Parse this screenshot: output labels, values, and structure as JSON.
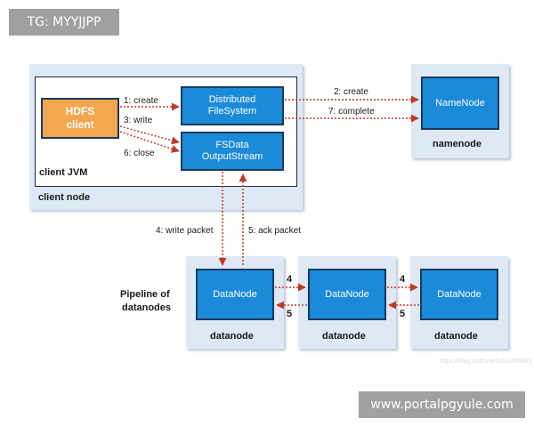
{
  "badges": {
    "tg": "TG: MYYJJPP",
    "site": "www.portalpgyule.com"
  },
  "client_node": {
    "label": "client node",
    "jvm_label": "client JVM",
    "hdfs_client": [
      "HDFS",
      "client"
    ],
    "distributed_fs": [
      "Distributed",
      "FileSystem"
    ],
    "fsdata_stream": [
      "FSData",
      "OutputStream"
    ]
  },
  "namenode": {
    "box": "NameNode",
    "label": "namenode"
  },
  "pipeline_label": [
    "Pipeline of",
    "datanodes"
  ],
  "datanodes": [
    {
      "box": "DataNode",
      "label": "datanode"
    },
    {
      "box": "DataNode",
      "label": "datanode"
    },
    {
      "box": "DataNode",
      "label": "datanode"
    }
  ],
  "steps": {
    "create": "1: create",
    "write": "3: write",
    "close": "6: close",
    "nn_create": "2: create",
    "nn_complete": "7: complete",
    "write_packet": "4: write packet",
    "ack_packet": "5: ack packet",
    "fwd1": "4",
    "back1": "5",
    "fwd2": "4",
    "back2": "5"
  },
  "faint_text": "https://blog.csdn.net/u010496845",
  "colors": {
    "panel": "#dfe9f5",
    "node": "#1b8ad8",
    "client": "#f3a64c",
    "arrow": "#c0392b"
  }
}
